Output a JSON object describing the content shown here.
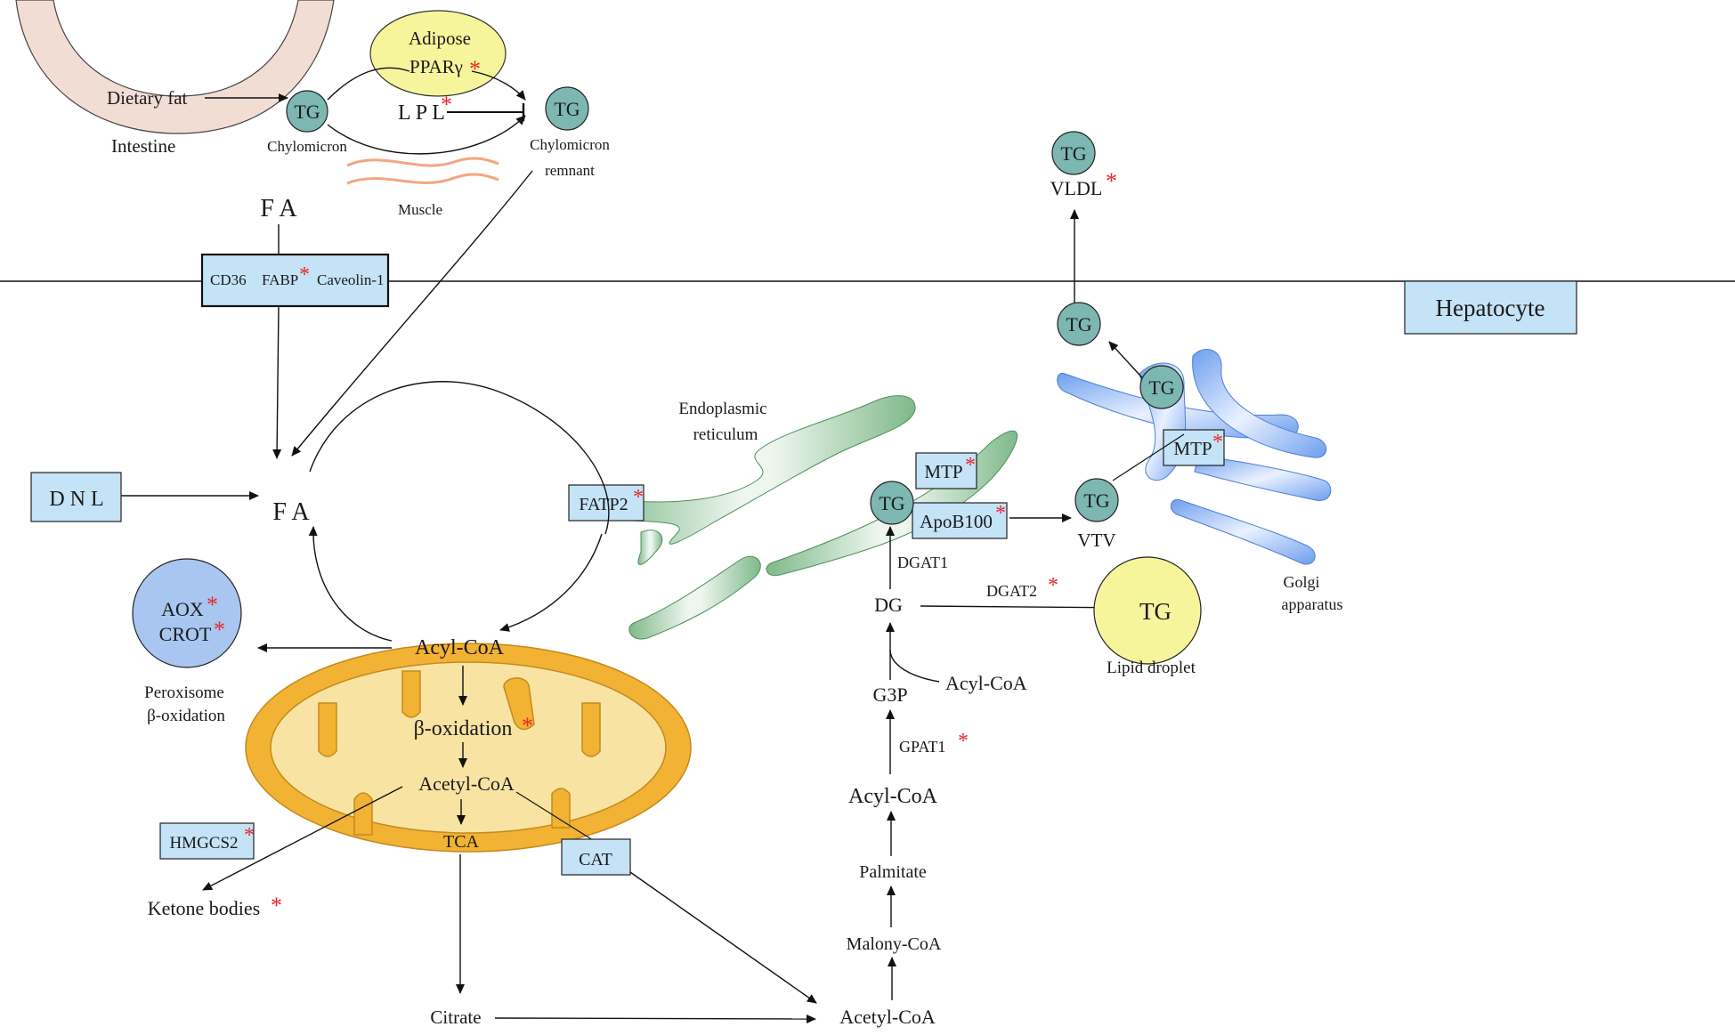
{
  "labels": {
    "dietary_fat": "Dietary fat",
    "intestine": "Intestine",
    "adipose": "Adipose",
    "ppar": "PPARγ",
    "lpl": "L P L",
    "tg": "TG",
    "chylomicron": "Chylomicron",
    "chylomicron_remnant_1": "Chylomicron",
    "chylomicron_remnant_2": "remnant",
    "muscle": "Muscle",
    "fa_top": "F A",
    "cd36": "CD36",
    "fabp": "FABP",
    "caveolin": "Caveolin-1",
    "hepatocyte": "Hepatocyte",
    "vldl": "VLDL",
    "dnl": "D N L",
    "fa_main": "F A",
    "er_1": "Endoplasmic",
    "er_2": "reticulum",
    "fatp2": "FATP2",
    "mtp": "MTP",
    "apob100": "ApoB100",
    "vtv": "VTV",
    "golgi_1": "Golgi",
    "golgi_2": "apparatus",
    "dgat1": "DGAT1",
    "dgat2": "DGAT2",
    "dg": "DG",
    "lipid_droplet": "Lipid droplet",
    "aox": "AOX",
    "crot": "CROT",
    "peroxisome_1": "Peroxisome",
    "peroxisome_2": "β-oxidation",
    "acyl_coa": "Acyl-CoA",
    "beta_oxidation": "β-oxidation",
    "acetyl_coa": "Acetyl-CoA",
    "tca": "TCA",
    "cat": "CAT",
    "hmgcs2": "HMGCS2",
    "ketone_bodies": "Ketone bodies",
    "citrate": "Citrate",
    "g3p": "G3P",
    "gpat1": "GPAT1",
    "palmitate": "Palmitate",
    "malony_coa": "Malony-CoA",
    "asterisk": "*"
  },
  "colors": {
    "tg_fill": "#7cb7b2",
    "box_fill": "#c5e3f7",
    "adipose_fill": "#f7f59c",
    "mito_outer": "#f2b233",
    "mito_inner": "#f8e3a2",
    "er_green": "#7fb98a",
    "golgi_blue": "#7aa8ee",
    "peroxisome_fill": "#a8c6f0",
    "lipid_droplet_fill": "#f7f59c",
    "intestine_fill": "#f2ddd4",
    "muscle_stroke": "#f4a680",
    "asterisk": "#e8262a"
  }
}
